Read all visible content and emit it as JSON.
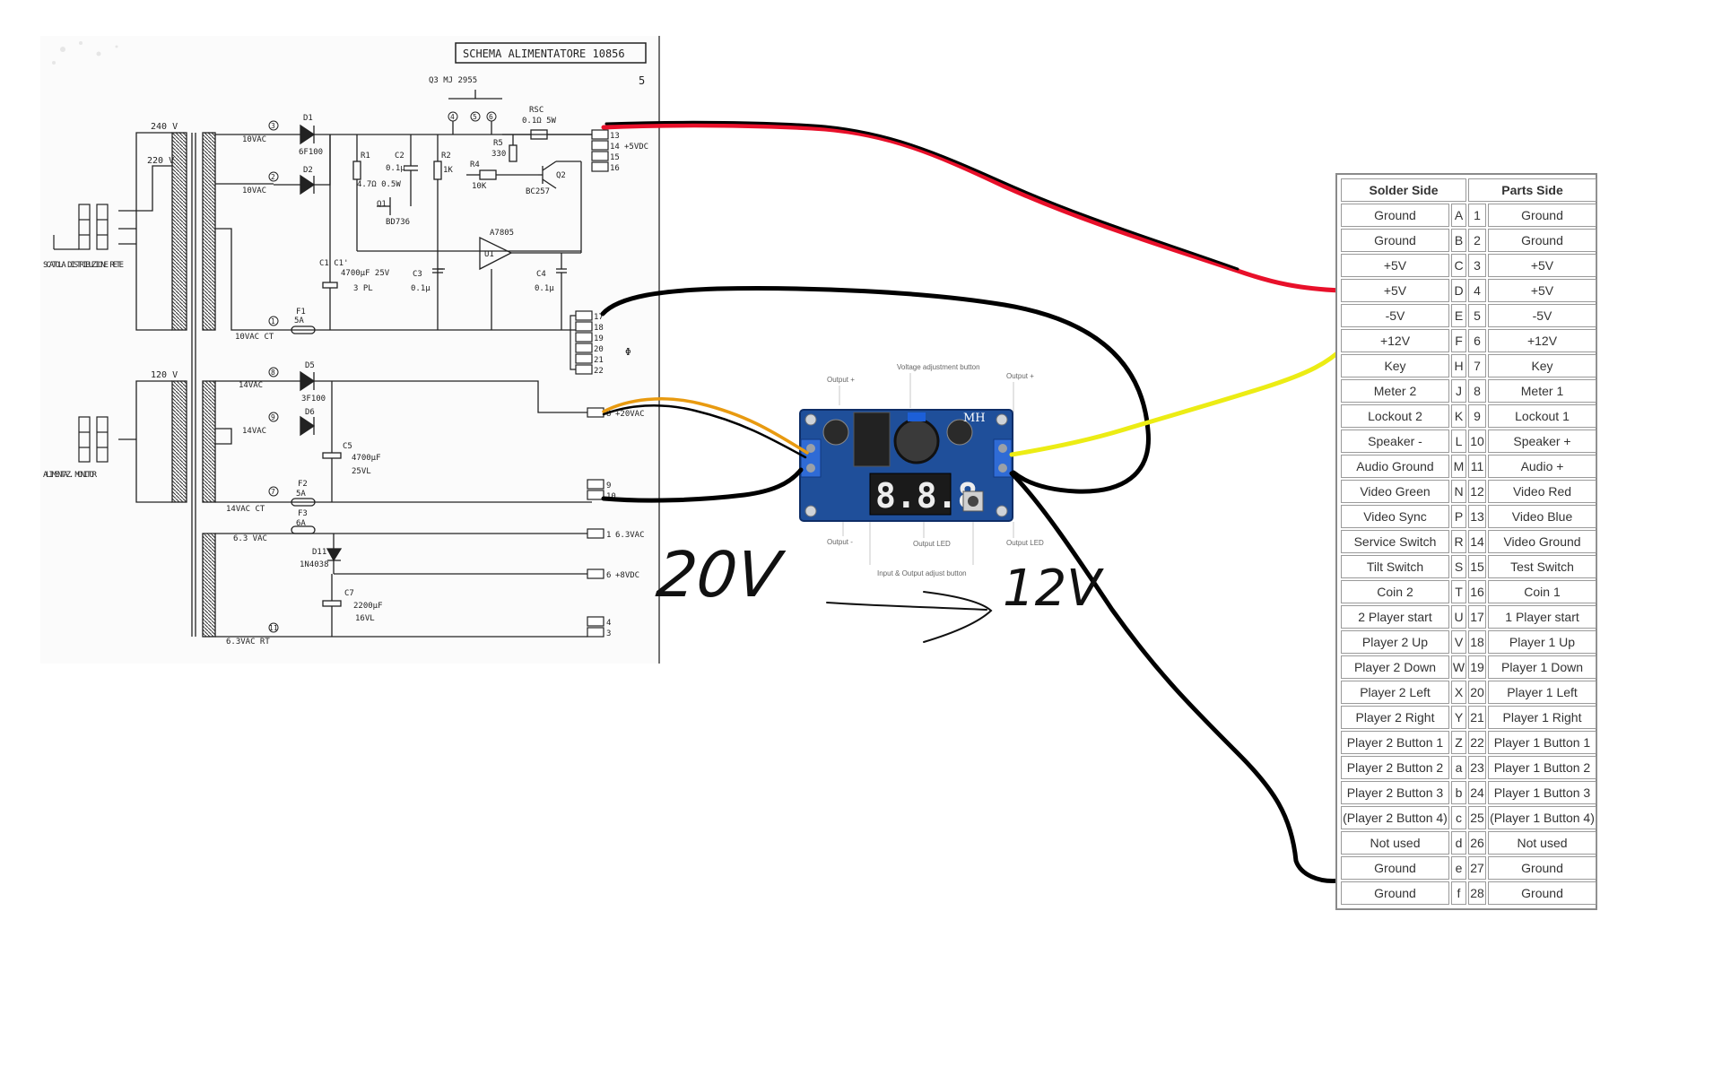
{
  "schematic": {
    "title": "SCHEMA ALIMENTATORE 10856",
    "page_number": "5",
    "left_labels": {
      "mains_box": "SCATOLA DISTRIBUZIONE RETE",
      "monitor_box": "ALIMENTAZ. MONITOR"
    },
    "voltages": {
      "v240": "240 V",
      "v220": "220 V",
      "v120": "120 V",
      "vac10a": "10VAC",
      "vac10b": "10VAC",
      "vac10ct": "10VAC CT",
      "vac14a": "14VAC",
      "vac14b": "14VAC",
      "vac14ct": "14VAC CT",
      "vac63": "6.3 VAC",
      "vac63rt": "6.3VAC RT"
    },
    "components": {
      "q3": "Q3 MJ 2955",
      "rsc": "RSC",
      "rsc_val": "0.1Ω 5W",
      "d1": "D1",
      "d1v": "6F100",
      "d2": "D2",
      "r1": "R1",
      "r1v": "4.7Ω 0.5W",
      "c2": "C2",
      "c2v": "0.1μ",
      "r2": "R2",
      "r2v": "1K",
      "r5": "R5",
      "r5v": "330",
      "r4": "R4",
      "r4v": "10K",
      "q2": "Q2",
      "q2v": "BC257",
      "q1": "Q1",
      "q1v": "BD736",
      "u1": "A7805",
      "u1n": "U1",
      "c1": "C1 C1'",
      "c1v": "4700μF 25V",
      "c1b": "3 PL",
      "c3": "C3",
      "c3v": "0.1μ",
      "c4": "C4",
      "c4v": "0.1μ",
      "f1": "F1",
      "f1v": "5A",
      "d5": "D5",
      "d5v": "3F100",
      "d6": "D6",
      "c5": "C5",
      "c5v": "4700μF",
      "c5b": "25VL",
      "f2": "F2",
      "f2v": "5A",
      "f3": "F3",
      "f3v": "6A",
      "d11": "D11",
      "d11v": "1N4038",
      "c7": "C7",
      "c7v": "2200μF",
      "c7b": "16VL"
    },
    "connector_labels": {
      "top_pins": [
        "13",
        "14",
        "15",
        "16"
      ],
      "top_out": "+5VDC",
      "gnd_pins": [
        "17",
        "18",
        "19",
        "20",
        "21",
        "22"
      ],
      "gnd_sym": "Φ",
      "p8": "8",
      "p8_out": "+20VAC",
      "p9": "9",
      "p10": "10",
      "p1": "1",
      "p1_out": "6.3VAC",
      "p6": "6",
      "p6_out": "+8VDC",
      "p4": "4",
      "p3": "3"
    },
    "node_numbers": [
      "3",
      "2",
      "1",
      "5",
      "6",
      "4",
      "8",
      "9",
      "7",
      "11"
    ]
  },
  "module": {
    "brand": "MH",
    "display": "8.8.8",
    "callouts": {
      "output_plus_left": "Output +",
      "voltage_adj": "Voltage adjustment button",
      "output_plus_right": "Output +",
      "output_minus": "Output -",
      "output_led1": "Output LED",
      "output_led2": "Output LED",
      "io_adjust": "Input & Output adjust button"
    }
  },
  "annotations": {
    "input_voltage": "20V",
    "output_voltage": "12V"
  },
  "wire_colors": {
    "red": "#e8102a",
    "black": "#000000",
    "yellow": "#ecec14",
    "orange": "#e89a10"
  },
  "jamma": {
    "headers": {
      "solder": "Solder Side",
      "parts": "Parts Side"
    },
    "rows": [
      {
        "s": "Ground",
        "l": "A",
        "n": "1",
        "p": "Ground"
      },
      {
        "s": "Ground",
        "l": "B",
        "n": "2",
        "p": "Ground"
      },
      {
        "s": "+5V",
        "l": "C",
        "n": "3",
        "p": "+5V"
      },
      {
        "s": "+5V",
        "l": "D",
        "n": "4",
        "p": "+5V"
      },
      {
        "s": "-5V",
        "l": "E",
        "n": "5",
        "p": "-5V"
      },
      {
        "s": "+12V",
        "l": "F",
        "n": "6",
        "p": "+12V"
      },
      {
        "s": "Key",
        "l": "H",
        "n": "7",
        "p": "Key"
      },
      {
        "s": "Meter 2",
        "l": "J",
        "n": "8",
        "p": "Meter 1"
      },
      {
        "s": "Lockout 2",
        "l": "K",
        "n": "9",
        "p": "Lockout 1"
      },
      {
        "s": "Speaker -",
        "l": "L",
        "n": "10",
        "p": "Speaker +"
      },
      {
        "s": "Audio Ground",
        "l": "M",
        "n": "11",
        "p": "Audio +"
      },
      {
        "s": "Video Green",
        "l": "N",
        "n": "12",
        "p": "Video Red"
      },
      {
        "s": "Video Sync",
        "l": "P",
        "n": "13",
        "p": "Video Blue"
      },
      {
        "s": "Service Switch",
        "l": "R",
        "n": "14",
        "p": "Video Ground"
      },
      {
        "s": "Tilt Switch",
        "l": "S",
        "n": "15",
        "p": "Test Switch"
      },
      {
        "s": "Coin 2",
        "l": "T",
        "n": "16",
        "p": "Coin 1"
      },
      {
        "s": "2 Player start",
        "l": "U",
        "n": "17",
        "p": "1 Player start"
      },
      {
        "s": "Player 2 Up",
        "l": "V",
        "n": "18",
        "p": "Player 1 Up"
      },
      {
        "s": "Player 2 Down",
        "l": "W",
        "n": "19",
        "p": "Player 1 Down"
      },
      {
        "s": "Player 2 Left",
        "l": "X",
        "n": "20",
        "p": "Player 1 Left"
      },
      {
        "s": "Player 2 Right",
        "l": "Y",
        "n": "21",
        "p": "Player 1 Right"
      },
      {
        "s": "Player 2 Button 1",
        "l": "Z",
        "n": "22",
        "p": "Player 1 Button 1"
      },
      {
        "s": "Player 2 Button 2",
        "l": "a",
        "n": "23",
        "p": "Player 1 Button 2"
      },
      {
        "s": "Player 2 Button 3",
        "l": "b",
        "n": "24",
        "p": "Player 1 Button 3"
      },
      {
        "s": "(Player 2 Button 4)",
        "l": "c",
        "n": "25",
        "p": "(Player 1 Button 4)"
      },
      {
        "s": "Not used",
        "l": "d",
        "n": "26",
        "p": "Not used"
      },
      {
        "s": "Ground",
        "l": "e",
        "n": "27",
        "p": "Ground"
      },
      {
        "s": "Ground",
        "l": "f",
        "n": "28",
        "p": "Ground"
      }
    ]
  }
}
